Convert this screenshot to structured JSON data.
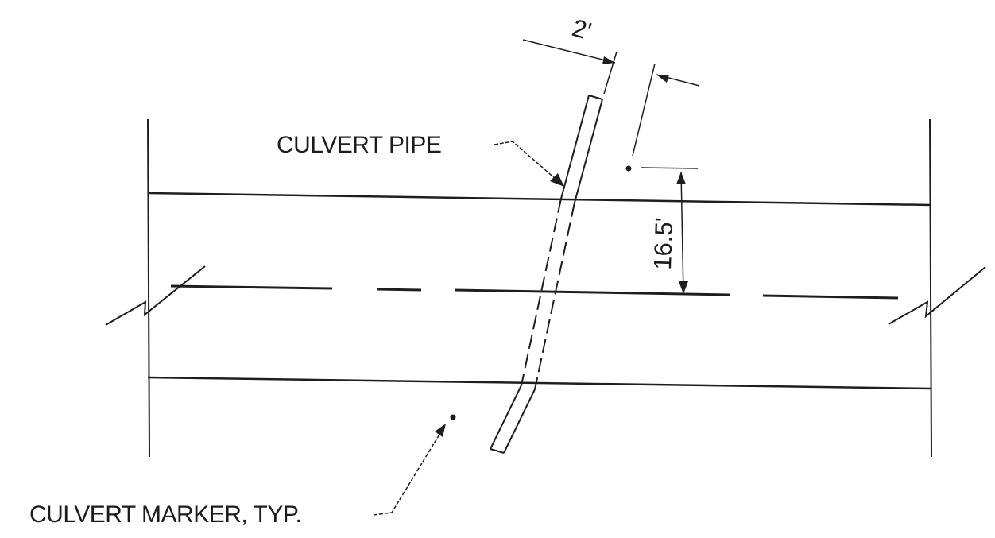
{
  "labels": {
    "culvert_pipe": "CULVERT PIPE",
    "culvert_marker": "CULVERT MARKER, TYP.",
    "offset_dimension": "2'",
    "spacing_dimension": "16.5'"
  },
  "colors": {
    "ink": "#1e1e1e",
    "background": "#ffffff"
  }
}
